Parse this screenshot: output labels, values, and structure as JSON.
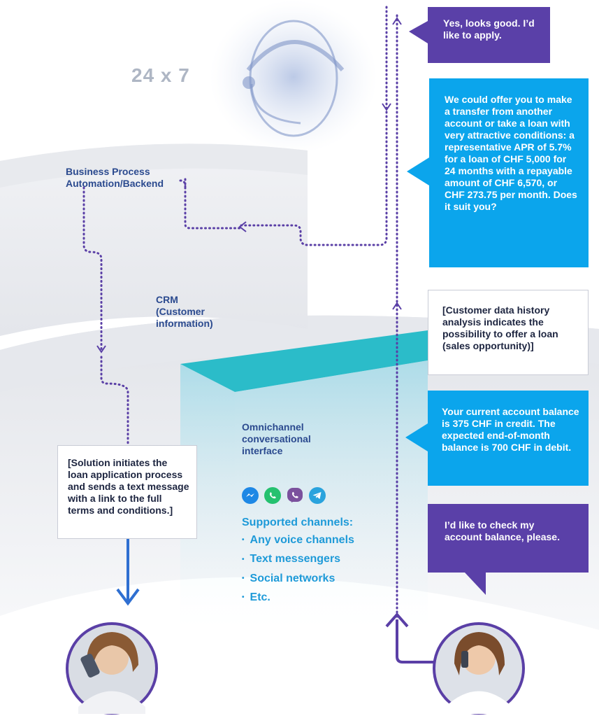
{
  "header": {
    "availability": "24 x 7"
  },
  "labels": {
    "bpa": [
      "Business Process",
      "Automation/Backend"
    ],
    "crm": [
      "CRM",
      "(Customer",
      "information)"
    ],
    "omni": [
      "Omnichannel",
      "conversational",
      "interface"
    ]
  },
  "bubbles": {
    "customer_apply": "Yes, looks good. I’d like to apply.",
    "bot_offer": "We could offer you to make a transfer from another account or take a loan with very attractive conditions: a representative APR of 5.7% for a loan of CHF 5,000 for 24 months with a repayable amount of CHF 6,570, or CHF 273.75 per month. Does it suit you?",
    "system_analysis": "[Customer data history analysis indicates the possibility to offer a loan (sales opportunity)]",
    "bot_balance": "Your current account balance is 375 CHF in credit. The expected end-of-month balance is 700 CHF in debit.",
    "customer_request": "I’d like to check my account balance, please.",
    "solution_note": "[Solution initiates the loan application process and sends a text message with a link to the full terms and conditions.]"
  },
  "channels": {
    "title": "Supported channels:",
    "items": [
      "Any voice channels",
      "Text messengers",
      "Social networks",
      "Etc."
    ],
    "icons": [
      "messenger-icon",
      "whatsapp-icon",
      "viber-icon",
      "telegram-icon"
    ]
  },
  "colors": {
    "purple": "#5a40a8",
    "blue": "#0ba5ec",
    "teal": "#2bbcc9",
    "navy": "#2b4a8f"
  }
}
